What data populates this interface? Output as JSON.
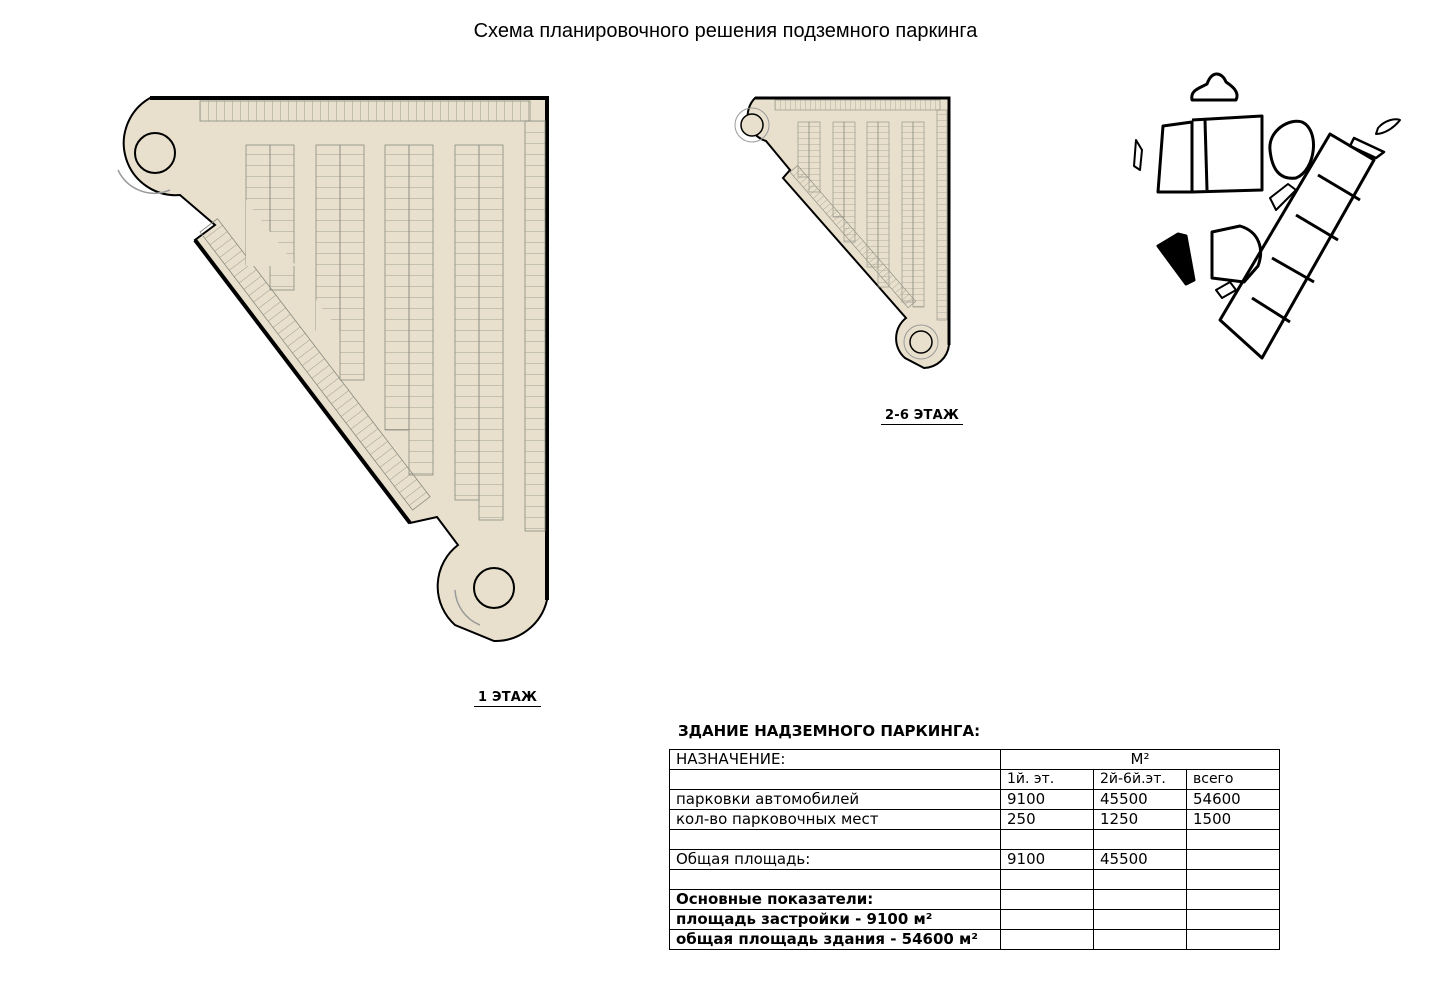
{
  "title": "Схема планировочного решения подземного паркинга",
  "floor_labels": {
    "floor1": "1 ЭТАЖ",
    "floor2_6": "2-6 ЭТАЖ"
  },
  "table": {
    "title": "ЗДАНИЕ НАДЗЕМНОГО ПАРКИНГА:",
    "purpose_header": "НАЗНАЧЕНИЕ:",
    "unit_header": "М²",
    "col_headers": [
      "1й. эт.",
      "2й-6й.эт.",
      "всего"
    ],
    "rows": [
      {
        "label": "парковки автомобилей",
        "v1": "9100",
        "v2": "45500",
        "v3": "54600"
      },
      {
        "label": "кол-во парковочных мест",
        "v1": "250",
        "v2": "1250",
        "v3": "1500"
      },
      {
        "label": "",
        "v1": "",
        "v2": "",
        "v3": ""
      },
      {
        "label": "Общая площадь:",
        "v1": "9100",
        "v2": "45500",
        "v3": ""
      },
      {
        "label": "",
        "v1": "",
        "v2": "",
        "v3": ""
      }
    ],
    "indicators_title": "Основные показатели:",
    "indicators": [
      "площадь застройки - 9100 м²",
      "общая площадь здания - 54600 м²"
    ]
  },
  "colors": {
    "floor_fill": "#e8e0cc",
    "outline": "#000000",
    "stall_line": "#8a8a80"
  }
}
